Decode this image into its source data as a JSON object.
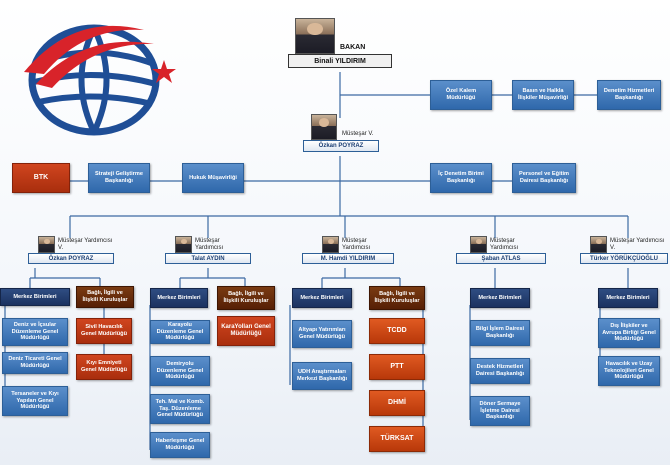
{
  "colors": {
    "line": "#3c6aa3",
    "logo_blue": "#1f4e96",
    "logo_red": "#d8232a"
  },
  "bakan": {
    "title": "BAKAN",
    "name": "Binali YILDIRIM"
  },
  "top_right": [
    "Özel Kalem Müdürlüğü",
    "Basın ve Halkla İlişkiler Müşavirliği",
    "Denetim Hizmetleri Başkanlığı"
  ],
  "mustesar": {
    "title": "Müsteşar V.",
    "name": "Özkan POYRAZ"
  },
  "mid_row": {
    "btk": "BTK",
    "strateji": "Strateji Geliştirme Başkanlığı",
    "hukuk": "Hukuk Müşavirliği",
    "ic_denetim": "İç Denetim Birimi Başkanlığı",
    "personel": "Personel ve Eğitim Dairesi Başkanlığı"
  },
  "deputies": [
    {
      "title": "Müsteşar Yardımcısı V.",
      "name": "Özkan POYRAZ"
    },
    {
      "title": "Müsteşar Yardımcısı",
      "name": "Talat AYDIN"
    },
    {
      "title": "Müsteşar Yardımcısı",
      "name": "M. Hamdi YILDIRIM"
    },
    {
      "title": "Müsteşar Yardımcısı",
      "name": "Şaban ATLAS"
    },
    {
      "title": "Müsteşar Yardımcısı V.",
      "name": "Türker YÖRÜKÇÜOĞLU"
    }
  ],
  "labels": {
    "merkez": "Merkez Birimleri",
    "bagli": "Bağlı, İlgili ve İlişkili Kuruluşlar"
  },
  "col1": {
    "merkez": [
      "Deniz ve İçsular Düzenleme Genel Müdürlüğü",
      "Deniz Ticareti Genel Müdürlüğü",
      "Tersaneler ve Kıyı Yapıları Genel Müdürlüğü"
    ],
    "bagli": [
      "Sivil Havacılık Genel Müdürlüğü",
      "Kıyı Emniyeti Genel Müdürlüğü"
    ]
  },
  "col2": {
    "merkez": [
      "Karayolu Düzenleme Genel Müdürlüğü",
      "Demiryolu Düzenleme Genel Müdürlüğü",
      "Teh. Mal ve Komb. Taş. Düzenleme Genel Müdürlüğü",
      "Haberleşme Genel Müdürlüğü"
    ],
    "bagli": [
      "KaraYolları Genel Müdürlüğü"
    ]
  },
  "col3": {
    "merkez": [
      "Altyapı Yatırımları Genel Müdürlüğü",
      "UDH Araştırmaları Merkezi Başkanlığı"
    ],
    "bagli": [
      "TCDD",
      "PTT",
      "DHMİ",
      "TÜRKSAT"
    ]
  },
  "col4": {
    "merkez": [
      "Bilgi İşlem Dairesi Başkanlığı",
      "Destek Hizmetleri Dairesi Başkanlığı",
      "Döner Sermaye İşletme Dairesi Başkanlığı"
    ]
  },
  "col5": {
    "merkez": [
      "Dış İlişkiler ve Avrupa Birliği Genel Müdürlüğü",
      "Havacılık ve Uzay Teknolojileri Genel Müdürlüğü"
    ]
  }
}
